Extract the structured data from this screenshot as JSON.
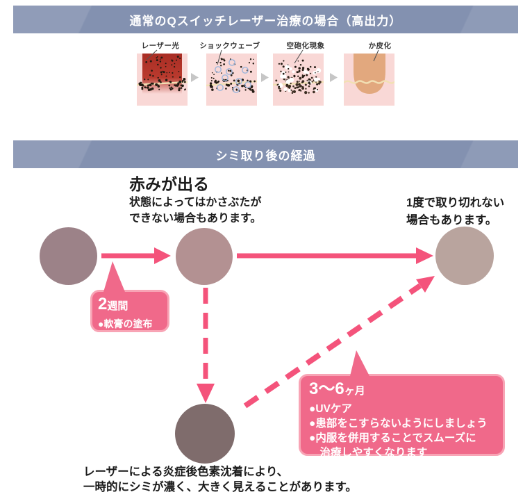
{
  "banners": {
    "top_title": "通常のQスイッチレーザー治療の場合（高出力）",
    "progress_title": "シミ取り後の経過"
  },
  "process_steps": [
    {
      "label": "レーザー光"
    },
    {
      "label": "ショックウェーブ"
    },
    {
      "label": "空砲化現象"
    },
    {
      "label": "か皮化"
    }
  ],
  "flow": {
    "redness_title": "赤みが出る",
    "redness_note": [
      "状態によってはかさぶたが",
      "できない場合もあります。"
    ],
    "right_note": [
      "1度で取り切れない",
      "場合もあります。"
    ],
    "callout_2weeks": {
      "number": "2",
      "unit": "週間",
      "lines": [
        "●軟膏の塗布"
      ]
    },
    "callout_3to6months": {
      "number": "3〜6",
      "unit": "ヶ月",
      "lines": [
        "●UVケア",
        "●患部をこすらないようにしましょう",
        "●内服を併用することでスムーズに",
        "　治療しやすくなります"
      ]
    },
    "bottom_note": [
      "レーザーによる炎症後色素沈着により、",
      "一時的にシミが濃く、大きく見えることがあります。"
    ]
  },
  "colors": {
    "banner_bg": "#8391b0",
    "accent_pink": "#f4537b",
    "callout_bg": "#f0698a",
    "callout_border": "#f8a4b5",
    "circle_step1": "#9c8288",
    "circle_step2": "#b39192",
    "circle_step3": "#b9a49e",
    "circle_step4": "#7f6c6c",
    "panel_bg": "#f9d8d6",
    "panel_red": "#b93a2e",
    "panel_tan": "#e2a87e",
    "panel_line": "#f2e0b4",
    "panel_blue": "#9db6dc",
    "dot": "#221a12",
    "step_arrow_gray": "#c6c6c6",
    "pointer_line": "#555555"
  }
}
